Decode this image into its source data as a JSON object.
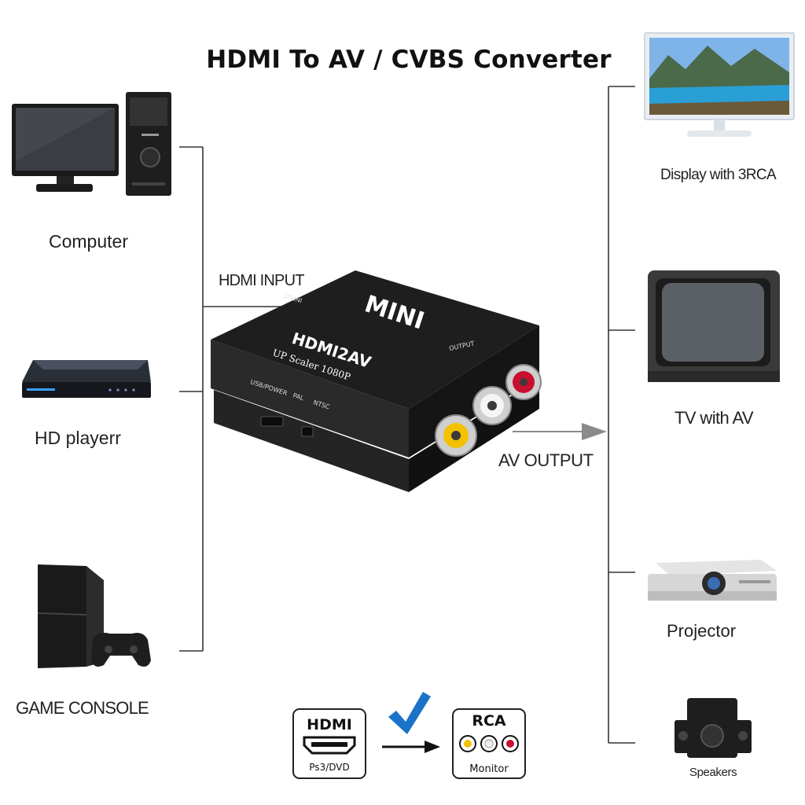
{
  "title": "HDMI To AV / CVBS Converter",
  "inputs": [
    {
      "label": "Computer"
    },
    {
      "label": "HD playerr"
    },
    {
      "label": "GAME CONSOLE"
    }
  ],
  "outputs": [
    {
      "label": "Display with 3RCA"
    },
    {
      "label": "TV with AV"
    },
    {
      "label": "Projector"
    },
    {
      "label": "Speakers"
    }
  ],
  "connections": {
    "input_label": "HDMI INPUT",
    "output_label": "AV OUTPUT"
  },
  "device": {
    "top_text": "MINI",
    "model": "HDMI2AV",
    "subtitle": "UP Scaler 1080P",
    "port_input": "INPUT",
    "port_output": "OUTPUT",
    "port_power": "USB/POWER",
    "switch_pal": "PAL",
    "switch_ntsc": "NTSC"
  },
  "legend": {
    "hdmi_title": "HDMI",
    "hdmi_caption": "Ps3/DVD",
    "rca_title": "RCA",
    "rca_caption": "Monitor"
  },
  "colors": {
    "line": "#333333",
    "device_body": "#2a2a2a",
    "rca_yellow": "#f2c200",
    "rca_white": "#f0f0f0",
    "rca_red": "#c8102e",
    "check_blue": "#1a73c9",
    "arrow_gray": "#8a8a8a"
  }
}
